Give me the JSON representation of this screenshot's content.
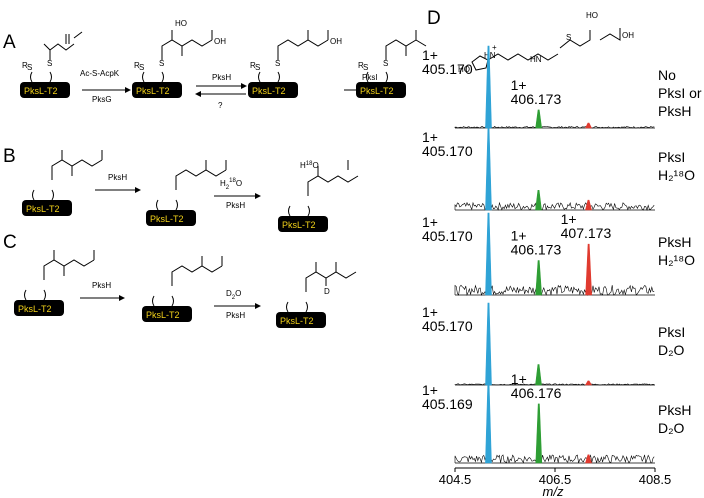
{
  "panels": {
    "A": {
      "letter": "A",
      "carrier": "PksL-T2",
      "r_label": "R",
      "s_label": "S",
      "arrow1_top": "Ac-S-AcpK",
      "arrow1_bottom": "PksG",
      "arrow2_label": "PksH",
      "arrow2_question": "?",
      "arrow3_label": "PksI",
      "oh": "HO",
      "cooh": "OH"
    },
    "B": {
      "letter": "B",
      "carrier": "PksL-T2",
      "arrow1_label": "PksH",
      "arrow2_top": "H",
      "arrow2_sub": "2",
      "arrow2_sup": "18",
      "arrow2_top_end": "O",
      "arrow2_bottom": "PksH",
      "labeled_oh": "H",
      "labeled_oh_sup": "18",
      "labeled_oh_end": "O"
    },
    "C": {
      "letter": "C",
      "carrier": "PksL-T2",
      "arrow1_label": "PksH",
      "arrow2_top": "D",
      "arrow2_sub": "2",
      "arrow2_top_end": "O",
      "arrow2_bottom": "PksH",
      "d_label": "D"
    },
    "D": {
      "letter": "D",
      "axis_label": "m/z",
      "x_ticks": [
        "404.5",
        "406.5",
        "408.5"
      ],
      "structure_labels": {
        "ho": "HO",
        "hn": "HN",
        "plus": "+",
        "hn2": "HN",
        "s": "S",
        "oh": "OH",
        "ho2": "HO"
      }
    }
  },
  "chart_data": {
    "type": "line",
    "title": "",
    "xlabel": "m/z",
    "ylabel": "",
    "xlim": [
      404.5,
      408.5
    ],
    "x_ticks": [
      404.5,
      406.5,
      408.5
    ],
    "grid": false,
    "series_colors": {
      "m0": "#2fa3d6",
      "m1": "#2e9e34",
      "m2": "#e03a2f"
    },
    "spectra": [
      {
        "condition": [
          "No",
          "PksI or",
          "PksH"
        ],
        "peaks": [
          {
            "mz": 405.17,
            "label": "405.170",
            "charge": "1+",
            "color": "#2fa3d6",
            "rel_height": 1.0
          },
          {
            "mz": 406.173,
            "label": "406.173",
            "charge": "1+",
            "color": "#2e9e34",
            "rel_height": 0.22
          },
          {
            "mz": 407.17,
            "label": "",
            "charge": "",
            "color": "#e03a2f",
            "rel_height": 0.06
          }
        ],
        "noise": 0.02
      },
      {
        "condition": [
          "PksI",
          "H₂¹⁸O"
        ],
        "peaks": [
          {
            "mz": 405.17,
            "label": "405.170",
            "charge": "1+",
            "color": "#2fa3d6",
            "rel_height": 1.0
          },
          {
            "mz": 406.17,
            "label": "",
            "charge": "",
            "color": "#2e9e34",
            "rel_height": 0.24
          },
          {
            "mz": 407.17,
            "label": "",
            "charge": "",
            "color": "#e03a2f",
            "rel_height": 0.12
          }
        ],
        "noise": 0.09
      },
      {
        "condition": [
          "PksH",
          "H₂¹⁸O"
        ],
        "peaks": [
          {
            "mz": 405.17,
            "label": "405.170",
            "charge": "1+",
            "color": "#2fa3d6",
            "rel_height": 1.0
          },
          {
            "mz": 406.173,
            "label": "406.173",
            "charge": "1+",
            "color": "#2e9e34",
            "rel_height": 0.42
          },
          {
            "mz": 407.173,
            "label": "407.173",
            "charge": "1+",
            "color": "#e03a2f",
            "rel_height": 0.62
          }
        ],
        "noise": 0.12
      },
      {
        "condition": [
          "PksI",
          "D₂O"
        ],
        "peaks": [
          {
            "mz": 405.17,
            "label": "405.170",
            "charge": "1+",
            "color": "#2fa3d6",
            "rel_height": 1.0
          },
          {
            "mz": 406.17,
            "label": "",
            "charge": "",
            "color": "#2e9e34",
            "rel_height": 0.25
          },
          {
            "mz": 407.17,
            "label": "",
            "charge": "",
            "color": "#e03a2f",
            "rel_height": 0.05
          }
        ],
        "noise": 0.015
      },
      {
        "condition": [
          "PksH",
          "D₂O"
        ],
        "peaks": [
          {
            "mz": 405.169,
            "label": "405.169",
            "charge": "1+",
            "color": "#2fa3d6",
            "rel_height": 1.0
          },
          {
            "mz": 406.176,
            "label": "406.176",
            "charge": "1+",
            "color": "#2e9e34",
            "rel_height": 0.72
          },
          {
            "mz": 407.17,
            "label": "",
            "charge": "",
            "color": "#e03a2f",
            "rel_height": 0.1
          }
        ],
        "noise": 0.1
      }
    ]
  }
}
